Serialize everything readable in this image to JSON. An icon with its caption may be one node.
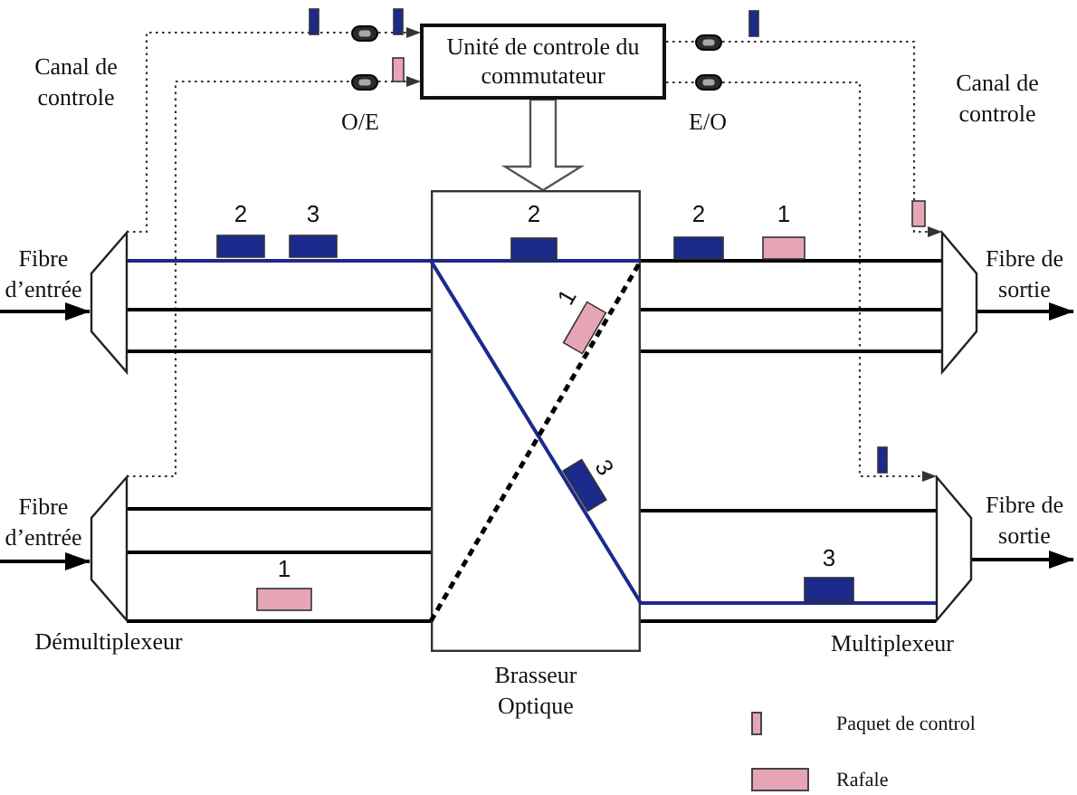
{
  "diagram": {
    "nodes": [
      {
        "text": [],
        "shape": "oval"
      },
      {
        "text": [],
        "shape": "oval"
      },
      {
        "text": [
          "Unité de controle du commutateur"
        ]
      },
      {
        "text": [],
        "shape": "oval"
      },
      {
        "text": [],
        "shape": "oval"
      },
      {
        "text": [],
        "shape": "trapezoid"
      },
      {
        "text": [
          "Brasseur Optique"
        ]
      },
      {
        "text": [],
        "shape": "trapezoid"
      },
      {
        "text": [],
        "shape": "trapezoid"
      },
      {
        "text": [],
        "shape": "trapezoid"
      }
    ],
    "edges": [
      {
        "from": null,
        "to": 5,
        "arrow": "to",
        "label": "Fibre d’entrée"
      },
      {
        "from": 7,
        "to": null,
        "arrow": "to",
        "label": "Fibre de sortie"
      },
      {
        "from": null,
        "to": 8,
        "arrow": "to",
        "label": "Fibre d’entrée"
      },
      {
        "from": 9,
        "to": null,
        "arrow": "to",
        "label": "Fibre de sortie"
      },
      {
        "from": 5,
        "to": 0,
        "arrow": "none",
        "style": "dashed"
      },
      {
        "from": 0,
        "to": 2,
        "arrow": "to",
        "style": "dashed"
      },
      {
        "from": 8,
        "to": 1,
        "arrow": "none",
        "style": "dashed"
      },
      {
        "from": 1,
        "to": 2,
        "arrow": "to",
        "style": "dashed"
      },
      {
        "from": 2,
        "to": 3,
        "arrow": "none",
        "style": "dashed"
      },
      {
        "from": 3,
        "to": 7,
        "arrow": "to",
        "style": "dashed"
      },
      {
        "from": 2,
        "to": 4,
        "arrow": "none",
        "style": "dashed"
      },
      {
        "from": 4,
        "to": 9,
        "arrow": "to",
        "style": "dashed"
      },
      {
        "from": 2,
        "to": 6,
        "arrow": "to",
        "style": "thick"
      },
      {
        "from": 5,
        "to": 6,
        "arrow": "none",
        "color": "#1c2a8c"
      },
      {
        "from": 5,
        "to": 6,
        "arrow": "none"
      },
      {
        "from": 5,
        "to": 6,
        "arrow": "none"
      },
      {
        "from": 8,
        "to": 6,
        "arrow": "none"
      },
      {
        "from": 8,
        "to": 6,
        "arrow": "none"
      },
      {
        "from": 8,
        "to": 6,
        "arrow": "none"
      },
      {
        "from": 6,
        "to": 7,
        "arrow": "none"
      },
      {
        "from": 6,
        "to": 7,
        "arrow": "none"
      },
      {
        "from": 6,
        "to": 7,
        "arrow": "none"
      },
      {
        "from": 6,
        "to": 9,
        "arrow": "none"
      },
      {
        "from": 6,
        "to": 9,
        "arrow": "none",
        "color": "#1c2a8c"
      },
      {
        "from": 6,
        "to": 9,
        "arrow": "none"
      }
    ],
    "labels": [
      "Canal de controle",
      "O/E",
      "E/O",
      "Canal de controle",
      "2",
      "3",
      "2",
      "2",
      "1",
      "1",
      "3",
      "1",
      "3",
      "Démultiplexeur",
      "Multiplexeur"
    ],
    "legend": [
      {
        "text": "Paquet de control",
        "color": "#e6a5b5"
      },
      {
        "text": "Rafale",
        "color": "#e6a5b5"
      }
    ]
  }
}
